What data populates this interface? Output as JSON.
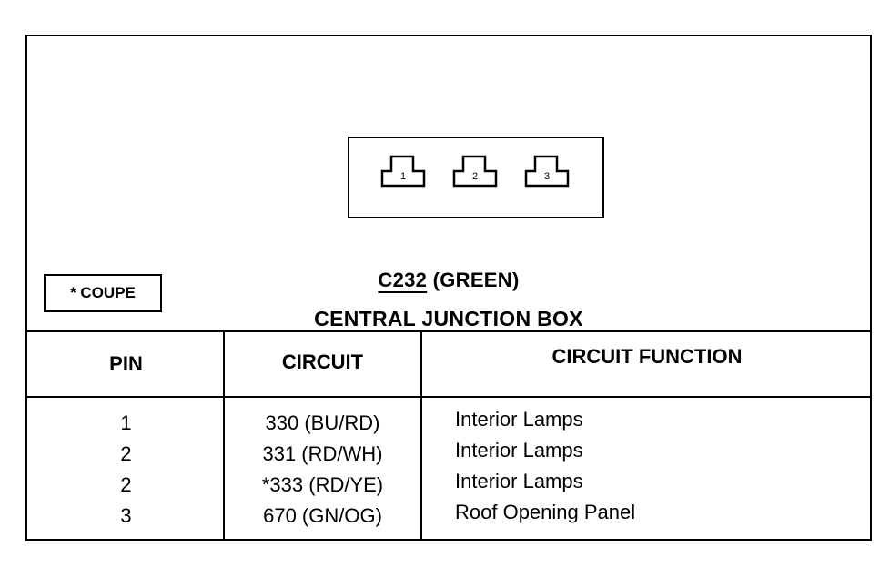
{
  "connector": {
    "pins": [
      "1",
      "2",
      "3"
    ],
    "code": "C232",
    "color_label": "(GREEN)",
    "name": "CENTRAL JUNCTION BOX"
  },
  "legend": {
    "coupe": "* COUPE"
  },
  "table": {
    "headers": {
      "pin": "PIN",
      "circuit": "CIRCUIT",
      "function": "CIRCUIT FUNCTION"
    },
    "rows": [
      {
        "pin": "1",
        "circuit": "330 (BU/RD)",
        "function": "Interior Lamps"
      },
      {
        "pin": "2",
        "circuit": "331 (RD/WH)",
        "function": "Interior Lamps"
      },
      {
        "pin": "2",
        "circuit": "*333 (RD/YE)",
        "function": "Interior Lamps"
      },
      {
        "pin": "3",
        "circuit": "670 (GN/OG)",
        "function": "Roof Opening Panel"
      }
    ]
  }
}
